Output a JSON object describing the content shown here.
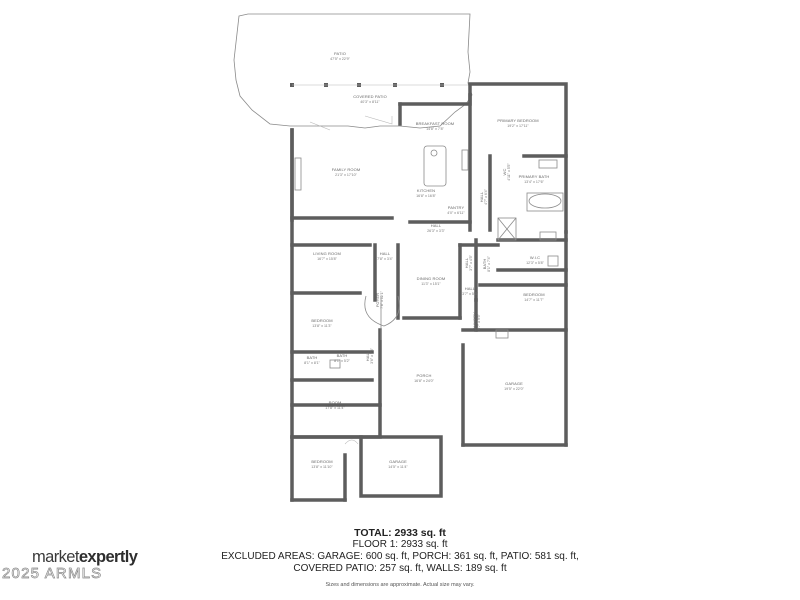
{
  "rooms": {
    "patio": {
      "name": "PATIO",
      "dim": "47'5\" x 22'9\""
    },
    "covered_patio": {
      "name": "COVERED PATIO",
      "dim": "40'3\" x 8'11\""
    },
    "breakfast_room": {
      "name": "BREAKFAST ROOM",
      "dim": "14'8\" x 7'8\""
    },
    "primary_bedroom": {
      "name": "PRIMARY BEDROOM",
      "dim": "19'2\" x 17'11\""
    },
    "family_room": {
      "name": "FAMILY ROOM",
      "dim": "21'3\" x 17'10\""
    },
    "kitchen": {
      "name": "KITCHEN",
      "dim": "16'8\" x 16'8\""
    },
    "pantry": {
      "name": "PANTRY",
      "dim": "4'0\" x 6'11\""
    },
    "hall_upper": {
      "name": "HALL",
      "dim": "26'3\" x 3'3\""
    },
    "hall_side": {
      "name": "HALL",
      "dim": "4'7\" x 6'4\""
    },
    "primary_bath": {
      "name": "PRIMARY BATH",
      "dim": "13'4\" x 17'6\""
    },
    "wc": {
      "name": "WC",
      "dim": "4'11\" x 5'5\""
    },
    "living_room": {
      "name": "LIVING ROOM",
      "dim": "16'7\" x 15'8\""
    },
    "hall_center": {
      "name": "HALL",
      "dim": "7'8\" x 3'4\""
    },
    "dining_room": {
      "name": "DINING ROOM",
      "dim": "11'3\" x 15'1\""
    },
    "hall_small": {
      "name": "HALL",
      "dim": "3'7\" x 4'5\""
    },
    "wic": {
      "name": "W.I.C",
      "dim": "12'3\" x 5'8\""
    },
    "bath_small": {
      "name": "BATH",
      "dim": "8'1\" x 7'4\""
    },
    "hall_a": {
      "name": "HALL",
      "dim": "3'7\" x 5'3\""
    },
    "bedroom_right": {
      "name": "BEDROOM",
      "dim": "14'7\" x 11'7\""
    },
    "laundry": {
      "name": "LAUNDRY",
      "dim": "6'7\" x 9'5\""
    },
    "foyer": {
      "name": "FOYER",
      "dim": "7'8\" x 12'1\""
    },
    "bedroom_left": {
      "name": "BEDROOM",
      "dim": "13'8\" x 11'3\""
    },
    "bath_left_a": {
      "name": "BATH",
      "dim": "8'1\" x 8'1\""
    },
    "bath_left_b": {
      "name": "BATH",
      "dim": "8'1\" x 5'2\""
    },
    "hall_left": {
      "name": "HALL",
      "dim": "3'6\" x 7'3\""
    },
    "porch": {
      "name": "PORCH",
      "dim": "16'8\" x 24'0\""
    },
    "garage_right": {
      "name": "GARAGE",
      "dim": "19'5\" x 22'0\""
    },
    "room": {
      "name": "ROOM",
      "dim": "17'8\" x 11'4\""
    },
    "bedroom_bottom": {
      "name": "BEDROOM",
      "dim": "13'8\" x 11'10\""
    },
    "garage_bottom": {
      "name": "GARAGE",
      "dim": "14'5\" x 11'4\""
    }
  },
  "summary": {
    "total": "TOTAL: 2933 sq. ft",
    "floor1": "FLOOR 1: 2933 sq. ft",
    "excluded_line1": "EXCLUDED AREAS: GARAGE: 600 sq. ft, PORCH: 361 sq. ft, PATIO: 581 sq. ft,",
    "excluded_line2": "COVERED PATIO: 257 sq. ft, WALLS: 189 sq. ft",
    "disclaimer": "Sizes and dimensions are approximate. Actual size may vary."
  },
  "brand": {
    "part1": "market",
    "part2": "expertly"
  },
  "copyright": "2025 ARMLS"
}
